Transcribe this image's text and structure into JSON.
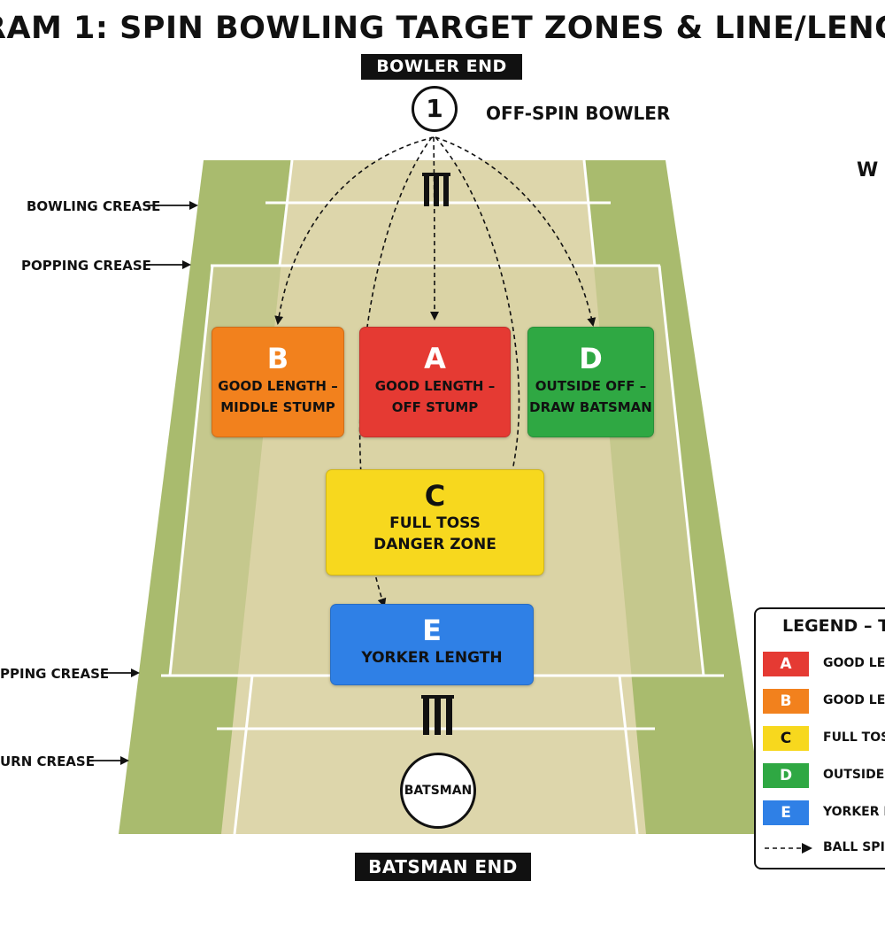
{
  "title": "RAM 1: SPIN BOWLING TARGET ZONES & LINE/LENG",
  "ends": {
    "bowler": "BOWLER END",
    "batsman": "BATSMAN END"
  },
  "crease_labels": {
    "bowling_crease": "BOWLING CREASE",
    "popping_crease_top": "POPPING CREASE",
    "popping_crease_bottom": "PPING CREASE",
    "return_crease": "URN CREASE"
  },
  "bowler": {
    "number": "1",
    "label": "OFF-SPIN BOWLER"
  },
  "batsman": {
    "label": "BATSMAN"
  },
  "side_label": "W",
  "zones": {
    "a": {
      "letter": "A",
      "line1": "GOOD LENGTH –",
      "line2": "OFF STUMP",
      "color": "#e53a33"
    },
    "b": {
      "letter": "B",
      "line1": "GOOD LENGTH –",
      "line2": "MIDDLE STUMP",
      "color": "#f2811d"
    },
    "c": {
      "letter": "C",
      "line1": "FULL TOSS",
      "line2": "DANGER ZONE",
      "color": "#f7d81e"
    },
    "d": {
      "letter": "D",
      "line1": "OUTSIDE OFF –",
      "line2": "DRAW BATSMAN",
      "color": "#2fa843"
    },
    "e": {
      "letter": "E",
      "line1": "YORKER LENGTH",
      "color": "#2f80e6"
    }
  },
  "legend": {
    "title": "LEGEND – T",
    "items": [
      {
        "letter": "A",
        "text": "GOOD LEN",
        "color": "#e53a33"
      },
      {
        "letter": "B",
        "text": "GOOD LEN",
        "color": "#f2811d"
      },
      {
        "letter": "C",
        "text": "FULL TOSS",
        "color": "#f7d81e"
      },
      {
        "letter": "D",
        "text": "OUTSIDE O",
        "color": "#2fa843"
      },
      {
        "letter": "E",
        "text": "YORKER LI",
        "color": "#2f80e6"
      }
    ],
    "arrow_text": "BALL SPIN"
  },
  "pitch_colors": {
    "grass": "#a9bb6e",
    "pitch": "#ddd6ab"
  }
}
